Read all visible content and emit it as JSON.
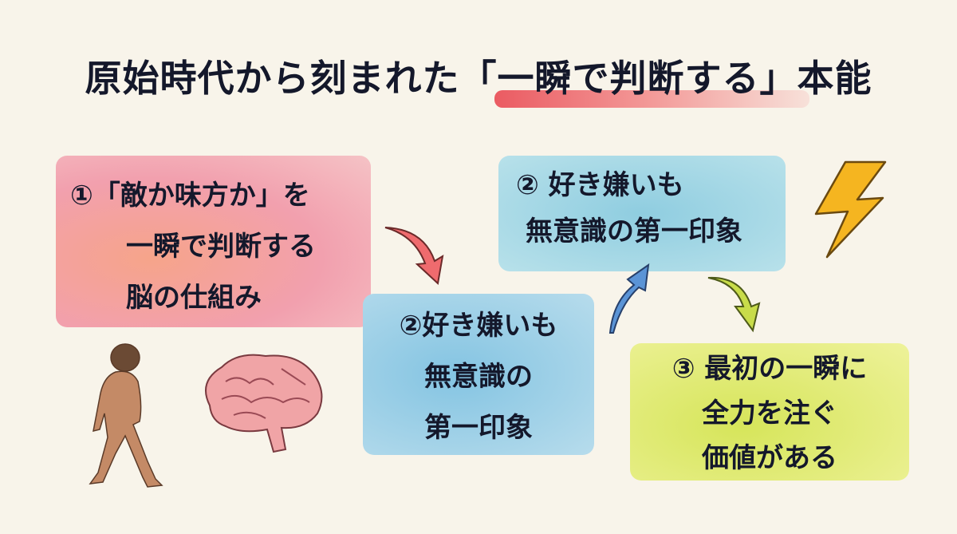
{
  "title": "原始時代から刻まれた「一瞬で判断する」本能",
  "boxes": {
    "box1": {
      "lines": [
        "①「敵か味方か」を",
        "一瞬で判断する",
        "脳の仕組み"
      ],
      "color": "#f2a0ae"
    },
    "box2_top": {
      "lines": [
        "② 好き嫌いも",
        "無意識の第一印象"
      ],
      "color": "#8fcde0"
    },
    "box2_bottom": {
      "lines": [
        "②好き嫌いも",
        "無意識の",
        "第一印象"
      ],
      "color": "#84c4e2"
    },
    "box3": {
      "lines": [
        "③ 最初の一瞬に",
        "全力を注ぐ",
        "価値がある"
      ],
      "color": "#d6e55a"
    }
  },
  "icons": [
    "caveman-icon",
    "brain-icon",
    "lightning-icon",
    "arrow-red",
    "arrow-blue",
    "arrow-green"
  ],
  "colors": {
    "background": "#f8f4ea",
    "text": "#14182b",
    "highlight": "#e8404a",
    "lightning": "#f5b520"
  }
}
